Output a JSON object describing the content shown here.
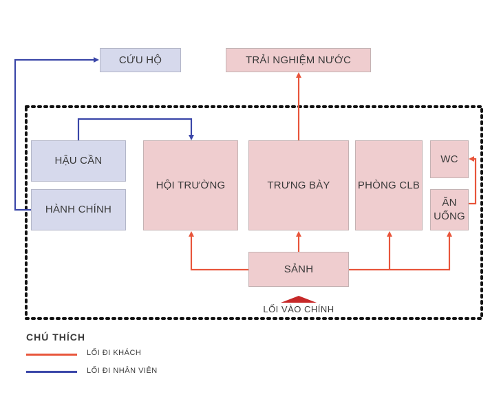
{
  "colors": {
    "guest_route": "#e8553b",
    "staff_route": "#3a46a8",
    "room_pink": "#efcdcf",
    "room_blue": "#d6d9ec",
    "boundary": "#111111",
    "entrance_marker": "#c62828"
  },
  "rooms": {
    "rescue": "CỨU HỘ",
    "water_experience": "TRẢI NGHIỆM NƯỚC",
    "logistics": "HẬU CẦN",
    "administration": "HÀNH CHÍNH",
    "auditorium": "HỘI TRƯỜNG",
    "exhibition": "TRƯNG BÀY",
    "club_room": "PHÒNG CLB",
    "wc": "WC",
    "dining": "ĂN UỐNG",
    "lobby": "SẢNH"
  },
  "entrance": {
    "label": "LỐI VÀO CHÍNH"
  },
  "legend": {
    "title": "CHÚ THÍCH",
    "items": [
      {
        "label": "LỐI ĐI KHÁCH",
        "color": "#e8553b"
      },
      {
        "label": "LỐI ĐI NHÂN VIÊN",
        "color": "#3a46a8"
      }
    ]
  }
}
